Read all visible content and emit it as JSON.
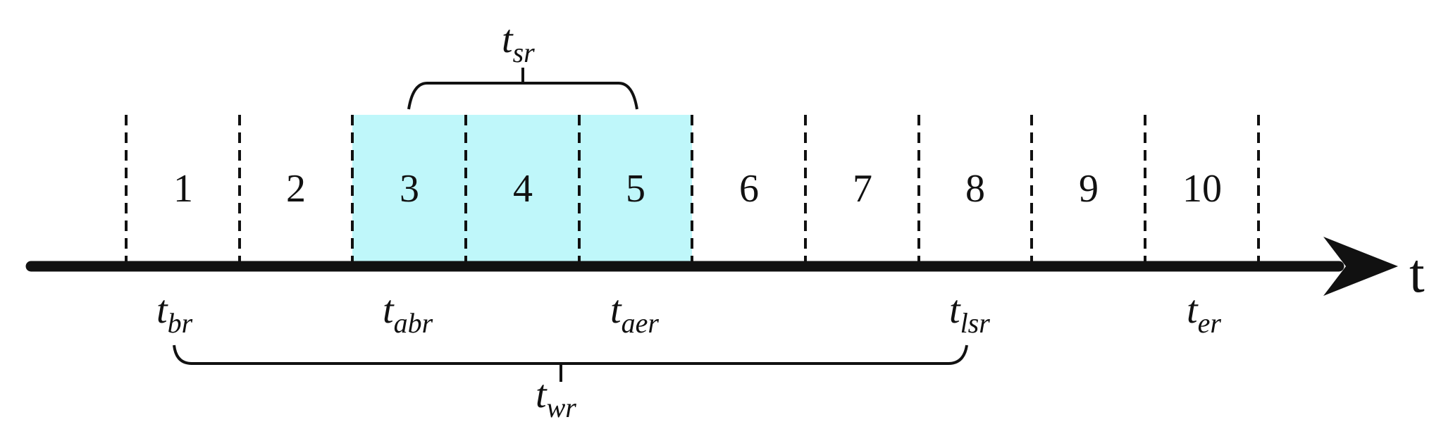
{
  "timeline": {
    "axis_label": "t",
    "slots": [
      "1",
      "2",
      "3",
      "4",
      "5",
      "6",
      "7",
      "8",
      "9",
      "10"
    ],
    "highlighted_slots": [
      "3",
      "4",
      "5"
    ],
    "highlight_color": "#bff7fa",
    "line_color": "#111111"
  },
  "labels": {
    "t_br": {
      "base": "t",
      "sub": "br"
    },
    "t_abr": {
      "base": "t",
      "sub": "abr"
    },
    "t_aer": {
      "base": "t",
      "sub": "aer"
    },
    "t_lsr": {
      "base": "t",
      "sub": "lsr"
    },
    "t_er": {
      "base": "t",
      "sub": "er"
    },
    "t_sr": {
      "base": "t",
      "sub": "sr"
    },
    "t_wr": {
      "base": "t",
      "sub": "wr"
    }
  }
}
